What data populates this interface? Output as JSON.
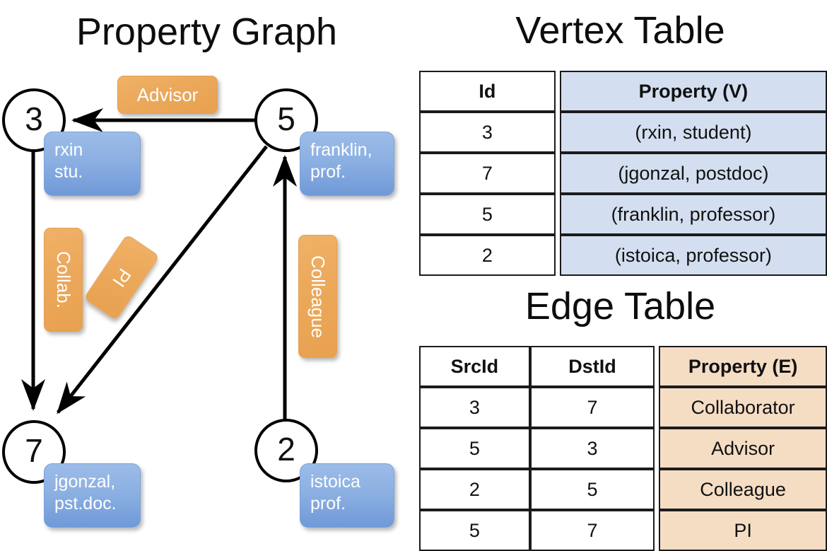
{
  "titles": {
    "graph": "Property Graph",
    "vertex_table": "Vertex Table",
    "edge_table": "Edge Table"
  },
  "graph": {
    "nodes": [
      {
        "id": "3",
        "property_lines": [
          "rxin",
          "stu."
        ]
      },
      {
        "id": "5",
        "property_lines": [
          "franklin,",
          "prof."
        ]
      },
      {
        "id": "7",
        "property_lines": [
          "jgonzal,",
          "pst.doc."
        ]
      },
      {
        "id": "2",
        "property_lines": [
          "istoica",
          "prof."
        ]
      }
    ],
    "edge_labels": [
      {
        "name": "advisor",
        "text": "Advisor"
      },
      {
        "name": "collab",
        "text": "Collab."
      },
      {
        "name": "pi",
        "text": "PI"
      },
      {
        "name": "colleague",
        "text": "Colleague"
      }
    ],
    "edges": [
      {
        "src": "5",
        "dst": "3",
        "label": "Advisor"
      },
      {
        "src": "3",
        "dst": "7",
        "label": "Collab."
      },
      {
        "src": "5",
        "dst": "7",
        "label": "PI"
      },
      {
        "src": "2",
        "dst": "5",
        "label": "Colleague"
      }
    ]
  },
  "vertex_table": {
    "headers": [
      "Id",
      "Property (V)"
    ],
    "rows": [
      [
        "3",
        "(rxin, student)"
      ],
      [
        "7",
        "(jgonzal, postdoc)"
      ],
      [
        "5",
        "(franklin, professor)"
      ],
      [
        "2",
        "(istoica, professor)"
      ]
    ]
  },
  "edge_table": {
    "headers": [
      "SrcId",
      "DstId",
      "Property (E)"
    ],
    "rows": [
      [
        "3",
        "7",
        "Collaborator"
      ],
      [
        "5",
        "3",
        "Advisor"
      ],
      [
        "2",
        "5",
        "Colleague"
      ],
      [
        "5",
        "7",
        "PI"
      ]
    ]
  },
  "colors": {
    "vertex_property_fill": "#d3dff0",
    "edge_property_fill": "#f5ddc4",
    "node_box_blue": "#8cb0e2",
    "edge_label_orange": "#eca95c",
    "stroke": "#000000",
    "background": "#ffffff"
  }
}
